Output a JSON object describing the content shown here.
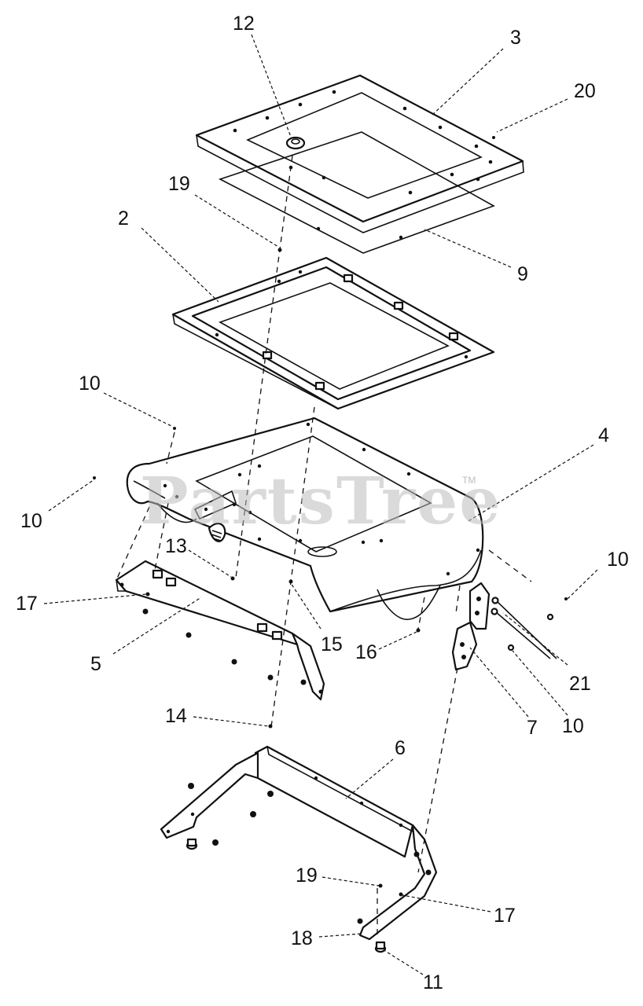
{
  "watermark": {
    "text": "PartsTree",
    "trademark": "TM"
  },
  "callouts": [
    {
      "id": "c-12",
      "label": "12"
    },
    {
      "id": "c-3",
      "label": "3"
    },
    {
      "id": "c-20",
      "label": "20"
    },
    {
      "id": "c-19a",
      "label": "19"
    },
    {
      "id": "c-2",
      "label": "2"
    },
    {
      "id": "c-9",
      "label": "9"
    },
    {
      "id": "c-10a",
      "label": "10"
    },
    {
      "id": "c-4",
      "label": "4"
    },
    {
      "id": "c-10b",
      "label": "10"
    },
    {
      "id": "c-13",
      "label": "13"
    },
    {
      "id": "c-10c",
      "label": "10"
    },
    {
      "id": "c-17a",
      "label": "17"
    },
    {
      "id": "c-15",
      "label": "15"
    },
    {
      "id": "c-16",
      "label": "16"
    },
    {
      "id": "c-5",
      "label": "5"
    },
    {
      "id": "c-21",
      "label": "21"
    },
    {
      "id": "c-14",
      "label": "14"
    },
    {
      "id": "c-7",
      "label": "7"
    },
    {
      "id": "c-10d",
      "label": "10"
    },
    {
      "id": "c-6",
      "label": "6"
    },
    {
      "id": "c-19b",
      "label": "19"
    },
    {
      "id": "c-17b",
      "label": "17"
    },
    {
      "id": "c-18",
      "label": "18"
    },
    {
      "id": "c-11",
      "label": "11"
    }
  ]
}
